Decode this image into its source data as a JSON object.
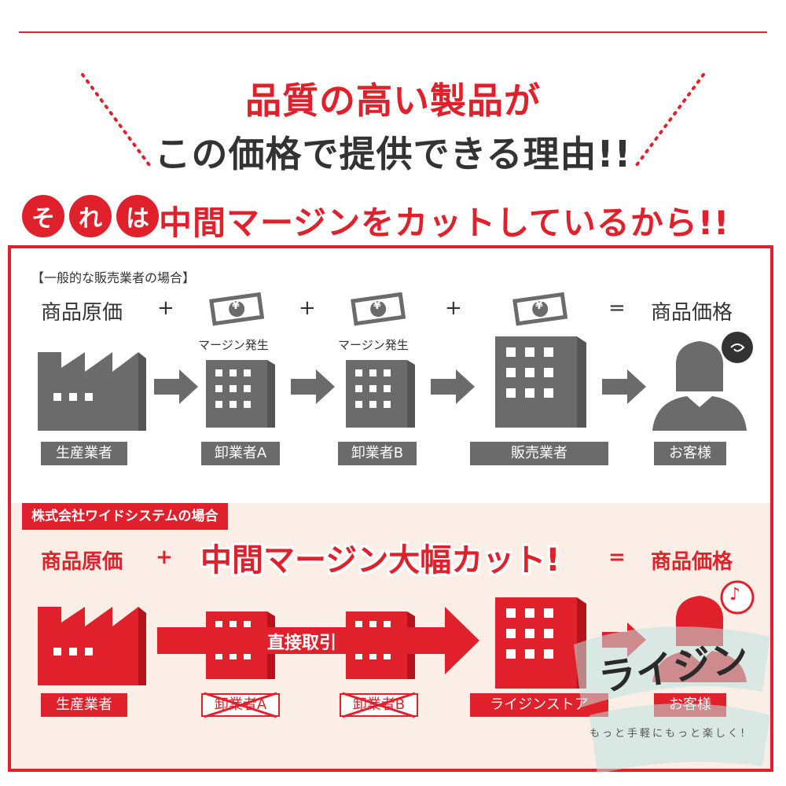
{
  "headline": {
    "line1": "品質の高い製品が",
    "line2": "この価格で提供できる理由!!"
  },
  "banner": {
    "circle1": "そ",
    "circle2": "れ",
    "circle3": "は",
    "text": "中間マージンをカットしているから!!"
  },
  "general": {
    "section_label": "【一般的な販売業者の場合】",
    "cost_label": "商品原価",
    "plus": "+",
    "equals": "=",
    "price_label": "商品価格",
    "margin_text": "マージン発生",
    "yen": "¥",
    "stages": [
      "生産業者",
      "卸業者A",
      "卸業者B",
      "販売業者",
      "お客様"
    ]
  },
  "wide": {
    "section_label": "株式会社ワイドシステムの場合",
    "cost_label": "商品原価",
    "plus": "+",
    "cut_text": "中間マージン大幅カット!",
    "equals": "=",
    "price_label": "商品価格",
    "direct_text": "直接取引",
    "stages": [
      "生産業者",
      "卸業者A",
      "卸業者B",
      "ライジンストア",
      "お客様"
    ],
    "note_icon": "♪"
  },
  "watermark": {
    "logo": "ライジン",
    "tagline": "もっと手軽にもっと楽しく!"
  },
  "colors": {
    "accent": "#e0202a",
    "gray": "#6b6b6b",
    "dark": "#333333",
    "pink_bg": "#fbeee6"
  }
}
